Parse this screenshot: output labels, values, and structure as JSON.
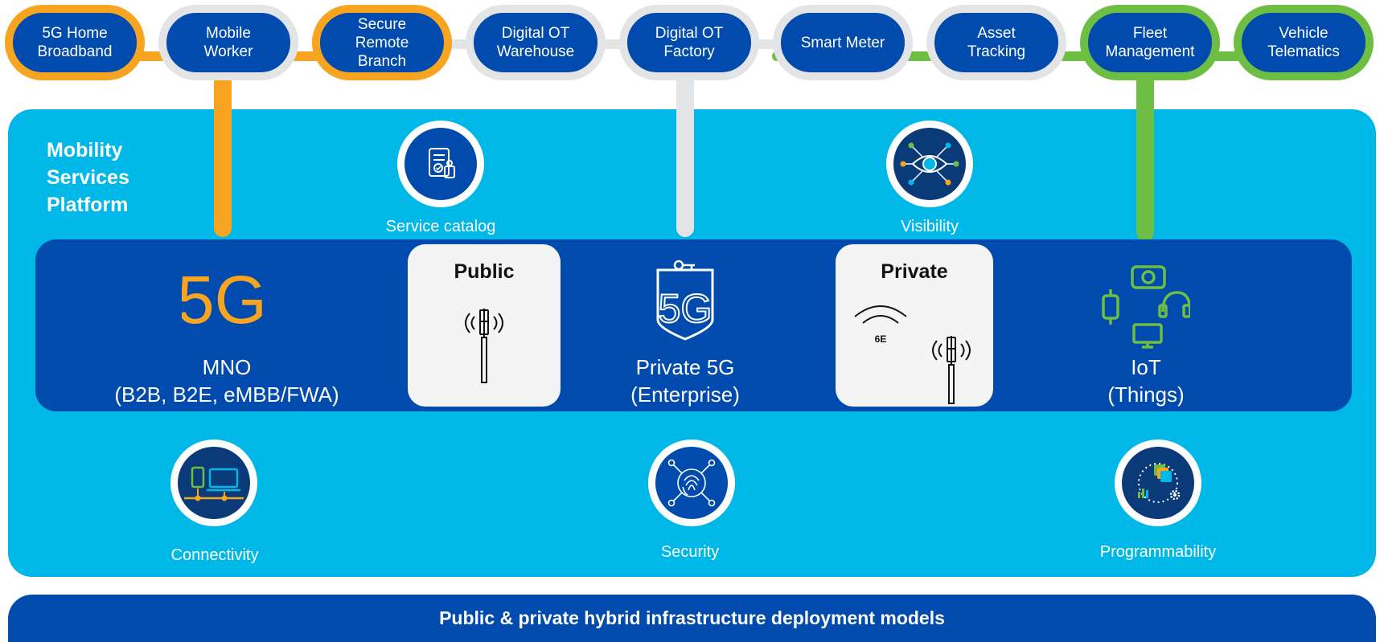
{
  "use_cases": [
    {
      "label": "5G Home\nBroadband",
      "group": "orange"
    },
    {
      "label": "Mobile\nWorker",
      "group": "orange"
    },
    {
      "label": "Secure\nRemote\nBranch",
      "group": "orange"
    },
    {
      "label": "Digital OT\nWarehouse",
      "group": "gray"
    },
    {
      "label": "Digital OT\nFactory",
      "group": "gray"
    },
    {
      "label": "Smart Meter",
      "group": "green"
    },
    {
      "label": "Asset\nTracking",
      "group": "green"
    },
    {
      "label": "Fleet\nManagement",
      "group": "green"
    },
    {
      "label": "Vehicle\nTelematics",
      "group": "green"
    }
  ],
  "platform": {
    "title": "Mobility\nServices\nPlatform",
    "service_catalog_label": "Service catalog",
    "visibility_label": "Visibility",
    "connectivity_label": "Connectivity",
    "security_label": "Security",
    "programmability_label": "Programmability"
  },
  "band": {
    "mno": {
      "logo": "5G",
      "line1": "MNO",
      "line2": "(B2B, B2E, eMBB/FWA)"
    },
    "public_card": {
      "title": "Public"
    },
    "private5g": {
      "logo": "5G",
      "line1": "Private 5G",
      "line2": "(Enterprise)"
    },
    "private_card": {
      "title": "Private",
      "wifi_badge": "6E"
    },
    "iot": {
      "line1": "IoT",
      "line2": "(Things)"
    }
  },
  "bottom_bar": "Public & private hybrid infrastructure deployment models",
  "colors": {
    "orange": "#f7a521",
    "gray": "#e3e4e6",
    "green": "#6ebe44",
    "navy": "#004bad",
    "sky": "#00b8e8",
    "dark_icon_bg": "#0a3a78"
  },
  "icons": [
    "document-check-icon",
    "eye-network-icon",
    "devices-icon",
    "fingerprint-icon",
    "dashboard-gear-icon",
    "cell-tower-icon",
    "wifi-icon",
    "shield-5g-icon",
    "camera-icon",
    "watch-icon",
    "headphones-icon",
    "monitor-icon"
  ]
}
